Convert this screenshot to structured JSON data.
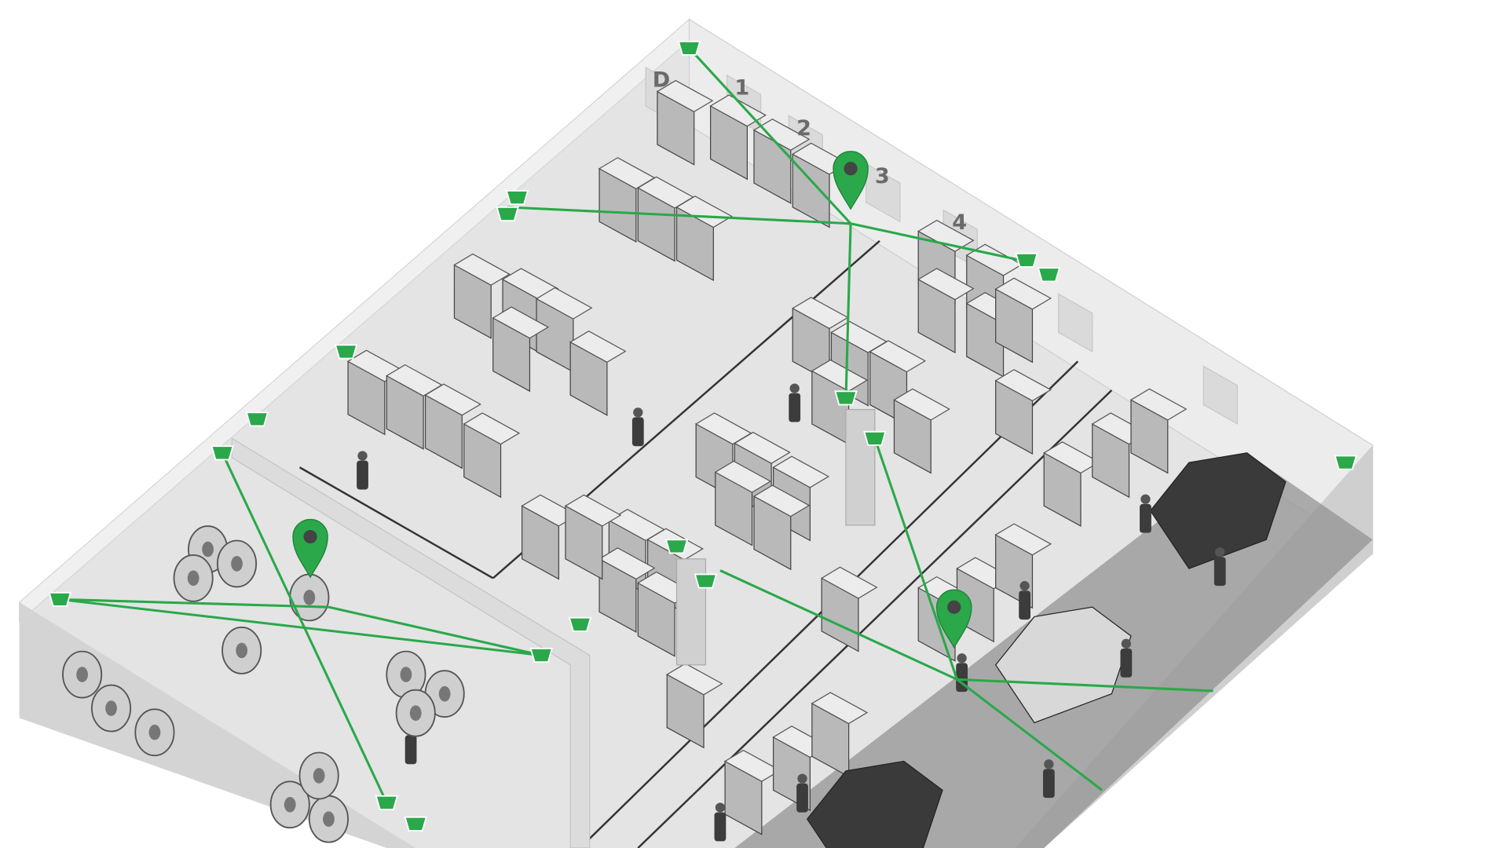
{
  "scene": {
    "dock_labels": [
      "D",
      "1",
      "2",
      "3",
      "4"
    ],
    "accent_color": "#2aa84a"
  }
}
